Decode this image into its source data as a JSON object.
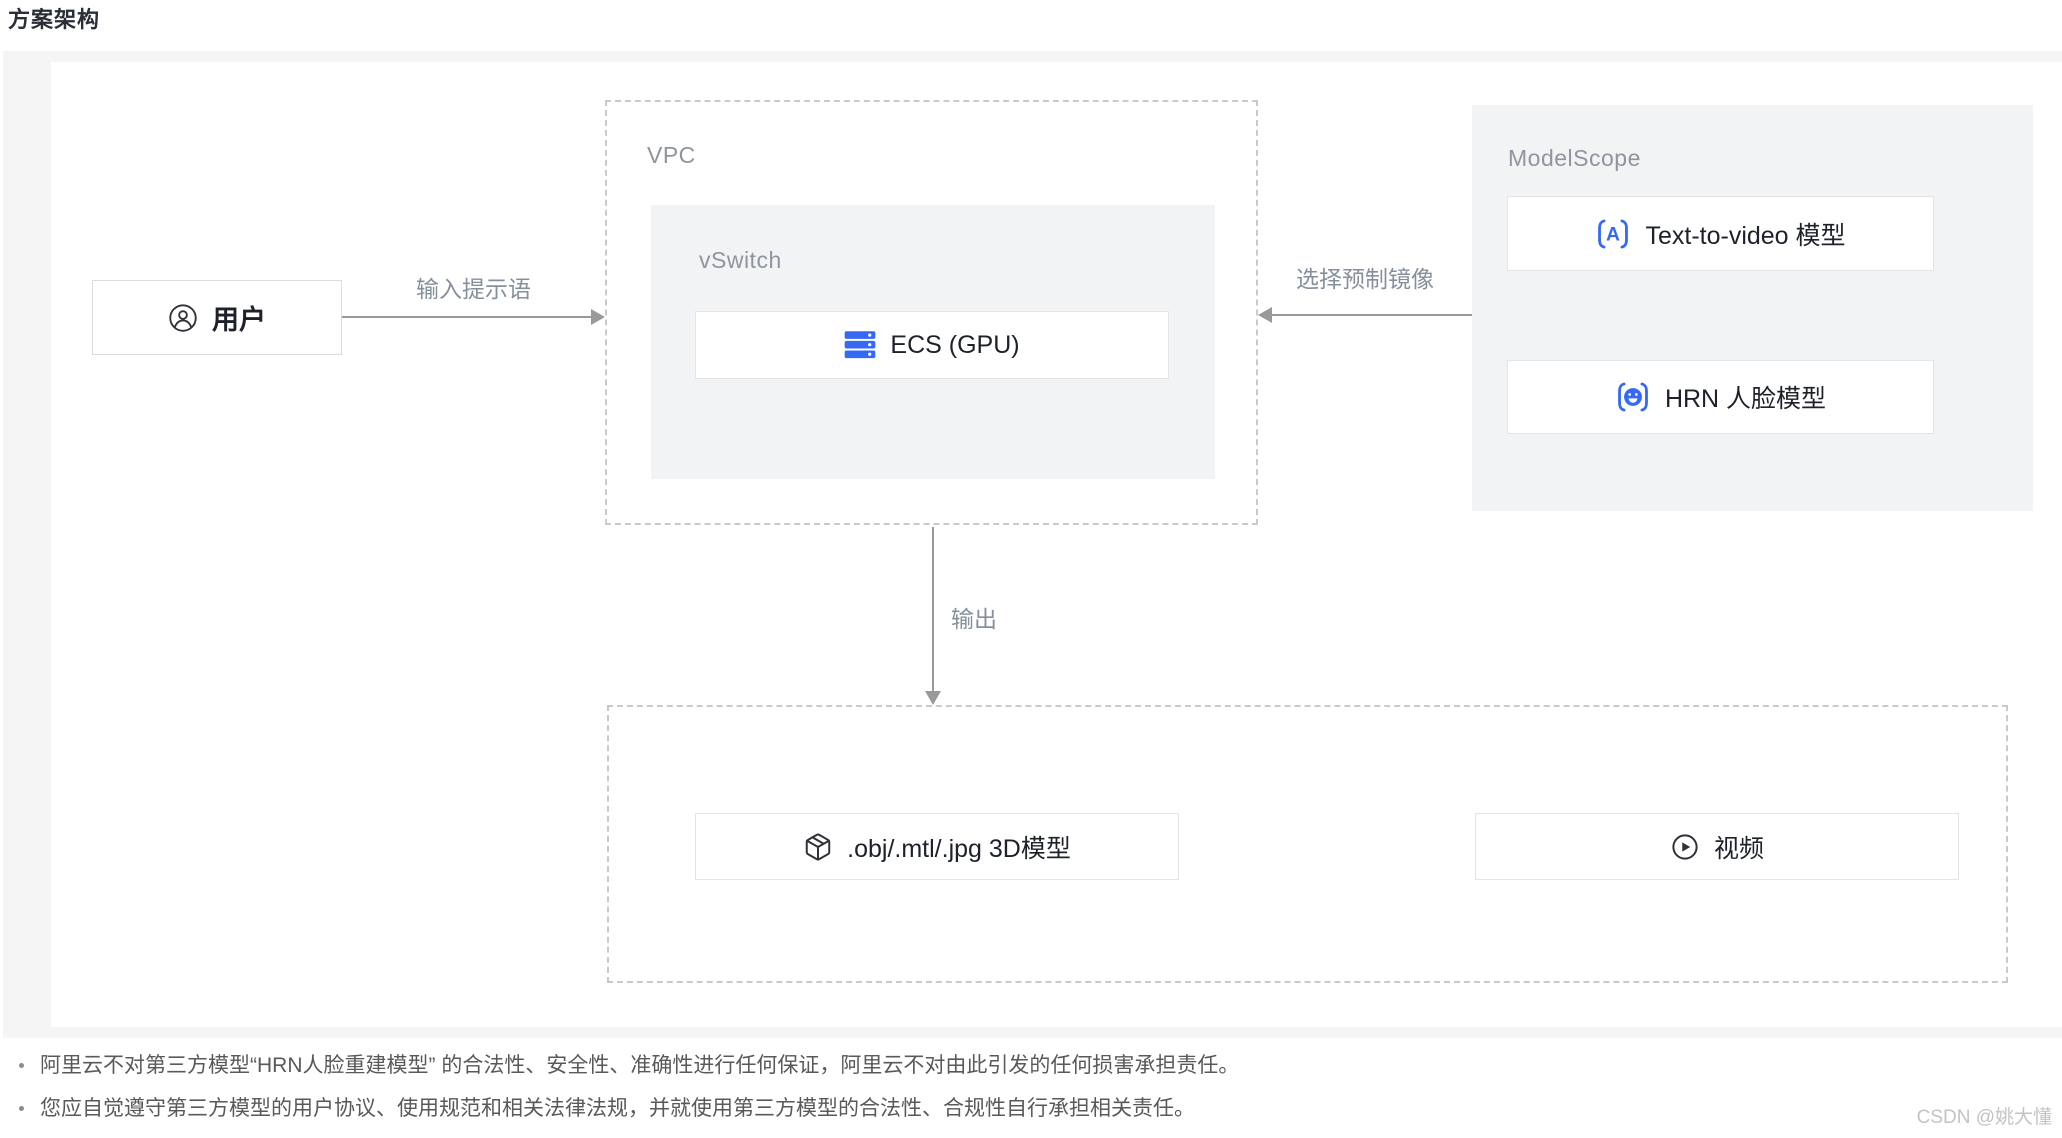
{
  "page": {
    "title": "方案架构"
  },
  "diagram": {
    "user": {
      "label": "用户",
      "icon": "user-icon"
    },
    "arrows": {
      "input": "输入提示语",
      "select_image": "选择预制镜像",
      "output": "输出"
    },
    "vpc": {
      "label": "VPC",
      "vswitch": {
        "label": "vSwitch",
        "ecs": {
          "label": "ECS (GPU)",
          "icon": "server-icon"
        }
      }
    },
    "modelscope": {
      "label": "ModelScope",
      "models": [
        {
          "label": "Text-to-video 模型",
          "icon": "text-model-icon"
        },
        {
          "label": "HRN 人脸模型",
          "icon": "face-model-icon"
        }
      ]
    },
    "outputs": [
      {
        "label": ".obj/.mtl/.jpg 3D模型",
        "icon": "cube-icon"
      },
      {
        "label": "视频",
        "icon": "play-circle-icon"
      }
    ]
  },
  "notes": [
    "阿里云不对第三方模型“HRN人脸重建模型” 的合法性、安全性、准确性进行任何保证，阿里云不对由此引发的任何损害承担责任。",
    "您应自觉遵守第三方模型的用户协议、使用规范和相关法律法规，并就使用第三方模型的合法性、合规性自行承担相关责任。"
  ],
  "watermark": "CSDN @姚大懂",
  "colors": {
    "accent_blue": "#3468f5",
    "panel_bg": "#f5f5f6",
    "block_bg": "#f2f3f5",
    "dashed_border": "#c9c9c9",
    "arrow_gray": "#999999",
    "label_gray": "#8f959e",
    "text_dark": "#1d2129",
    "note_gray": "#595959"
  }
}
